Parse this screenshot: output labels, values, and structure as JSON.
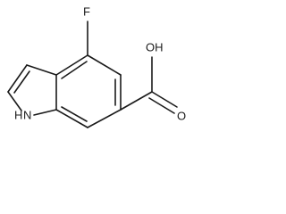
{
  "molecule": {
    "atoms": {
      "fluorine": "F",
      "carboxyl_hydroxyl": "OH",
      "carbonyl_oxygen": "O",
      "indole_nitrogen": "H\nN"
    },
    "labels": {
      "fluorine": "F",
      "hydroxyl": "OH",
      "carbonyl": "O",
      "nh_h": "H",
      "nh_n": "N"
    }
  }
}
